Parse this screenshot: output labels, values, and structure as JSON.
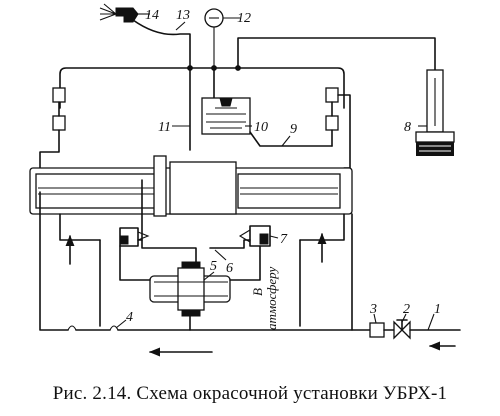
{
  "caption": "Рис. 2.14. Схема окрасочной установки УБРХ-1",
  "labels": {
    "n1": "1",
    "n2": "2",
    "n3": "3",
    "n4": "4",
    "n5": "5",
    "n6": "6",
    "n7": "7",
    "n8": "8",
    "n9": "9",
    "n10": "10",
    "n11": "11",
    "n12": "12",
    "n13": "13",
    "n14": "14",
    "v_atm_1": "В",
    "v_atm_2": "атмосферу"
  }
}
